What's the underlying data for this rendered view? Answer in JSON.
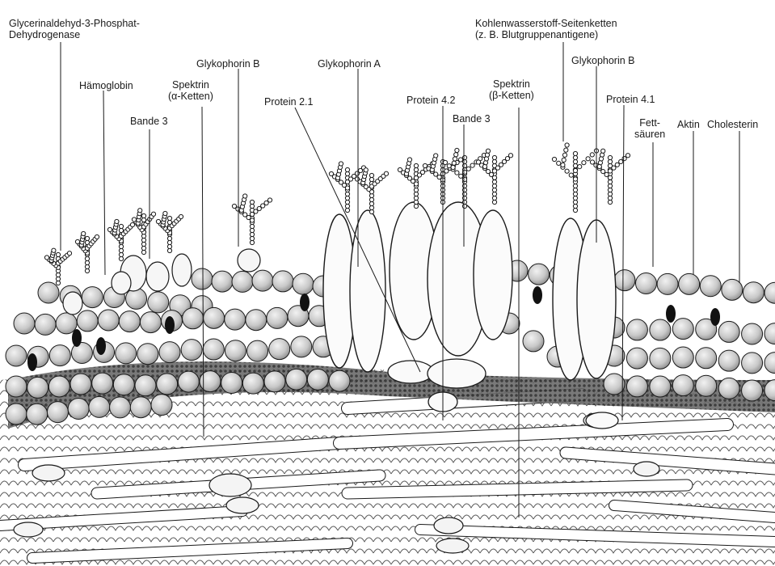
{
  "labels": {
    "gapdh": [
      "Glycerinaldehyd-3-Phosphat-",
      "Dehydrogenase"
    ],
    "haemoglobin": "Hämoglobin",
    "bande3_left": "Bande 3",
    "spektrin_alpha": [
      "Spektrin",
      "(α-Ketten)"
    ],
    "glykophorin_b_left": "Glykophorin B",
    "protein_21": "Protein 2.1",
    "glykophorin_a": "Glykophorin A",
    "protein_42": "Protein 4.2",
    "bande3_right": "Bande 3",
    "spektrin_beta": [
      "Spektrin",
      "(β-Ketten)"
    ],
    "kohlenwasserstoff": [
      "Kohlenwasserstoff-Seitenketten",
      "(z. B. Blutgruppenantigene)"
    ],
    "glykophorin_b_right": "Glykophorin B",
    "protein_41": "Protein 4.1",
    "fettsaeuren": [
      "Fett-",
      "säuren"
    ],
    "aktin": "Aktin",
    "cholesterin": "Cholesterin"
  },
  "colors": {
    "ink": "#1a1a1a",
    "paper": "#ffffff",
    "bead": "#dcdcdc",
    "dense": "#5a5a5a"
  }
}
